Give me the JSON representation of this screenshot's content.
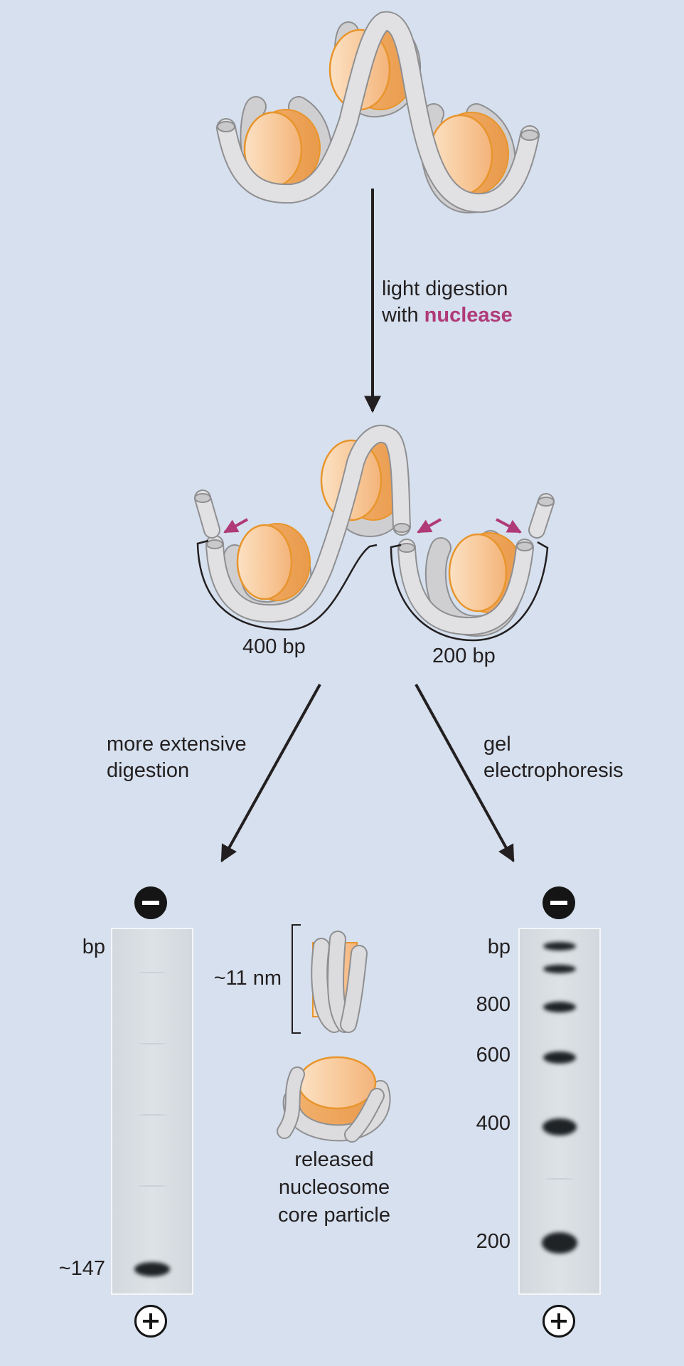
{
  "step1": {
    "line1": "light digestion",
    "line2_prefix": "with ",
    "line2_accent": "nuclease"
  },
  "fragments": {
    "left": "400 bp",
    "right": "200 bp"
  },
  "left_branch": {
    "line1": "more extensive",
    "line2": "digestion"
  },
  "right_branch": {
    "line1": "gel",
    "line2": "electrophoresis"
  },
  "left_gel": {
    "unit": "bp",
    "band_label": "~147"
  },
  "right_gel": {
    "unit": "bp",
    "ladder": [
      "800",
      "600",
      "400",
      "200"
    ]
  },
  "particle": {
    "size": "~11 nm",
    "caption_lines": [
      "released",
      "nucleosome",
      "core particle"
    ]
  },
  "colors": {
    "background": "#d6e0ee",
    "histone": "#f8c58f",
    "histone_edge": "#e8952c",
    "dna": "#d9d9da",
    "arrow": "#231f20",
    "accent": "#b03a78"
  },
  "icons": {
    "minus": "negative-electrode-icon",
    "plus": "positive-electrode-icon"
  }
}
